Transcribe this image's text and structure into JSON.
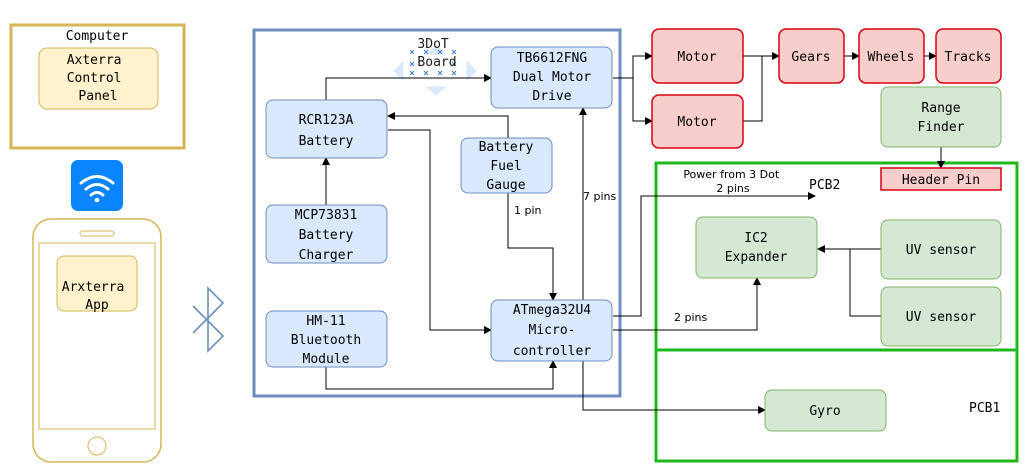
{
  "colors": {
    "blue_fill": "#dae8fc",
    "blue_stroke": "#6c8ebf",
    "red_fill": "#f8cecc",
    "red_stroke": "#d9000f",
    "green_fill": "#d5e8d4",
    "green_stroke": "#82b366",
    "yellow_fill": "#fff2cc",
    "yellow_stroke": "#d6b656",
    "pcb_green": "#1fb81f",
    "board_border": "#6c8ebf",
    "wifi_blue": "#0a84ff"
  },
  "computer": {
    "title": "Computer",
    "panel_lines": [
      "Axterra",
      "Control",
      "Panel"
    ]
  },
  "phone": {
    "app_lines": [
      "Arxterra",
      "App"
    ]
  },
  "icons": {
    "wifi": "wifi-icon",
    "bluetooth": "bluetooth-icon",
    "phone": "phone-icon"
  },
  "board": {
    "label_lines": [
      "3DoT",
      "Board"
    ]
  },
  "nodes": {
    "battery": [
      "RCR123A",
      "Battery"
    ],
    "charger": [
      "MCP73831",
      "Battery",
      "Charger"
    ],
    "bluetooth": [
      "HM-11",
      "Bluetooth",
      "Module"
    ],
    "fuel_gauge": [
      "Battery",
      "Fuel",
      "Gauge"
    ],
    "motor_drive": [
      "TB6612FNG",
      "Dual Motor",
      "Drive"
    ],
    "mcu": [
      "ATmega32U4",
      "Micro-",
      "controller"
    ],
    "motor1": [
      "Motor"
    ],
    "motor2": [
      "Motor"
    ],
    "gears": [
      "Gears"
    ],
    "wheels": [
      "Wheels"
    ],
    "tracks": [
      "Tracks"
    ],
    "range_finder": [
      "Range",
      "Finder"
    ],
    "header_pin": [
      "Header Pin"
    ],
    "ic2_expander": [
      "IC2",
      "Expander"
    ],
    "uv1": [
      "UV sensor"
    ],
    "uv2": [
      "UV sensor"
    ],
    "gyro": [
      "Gyro"
    ]
  },
  "edge_labels": {
    "fuel_pins": "1 pin",
    "drive_pins": "7 pins",
    "power_lines": [
      "Power from 3 Dot",
      "2 pins"
    ],
    "expander_pins": "2 pins"
  },
  "pcb_labels": {
    "pcb2": "PCB2",
    "pcb1": "PCB1"
  }
}
